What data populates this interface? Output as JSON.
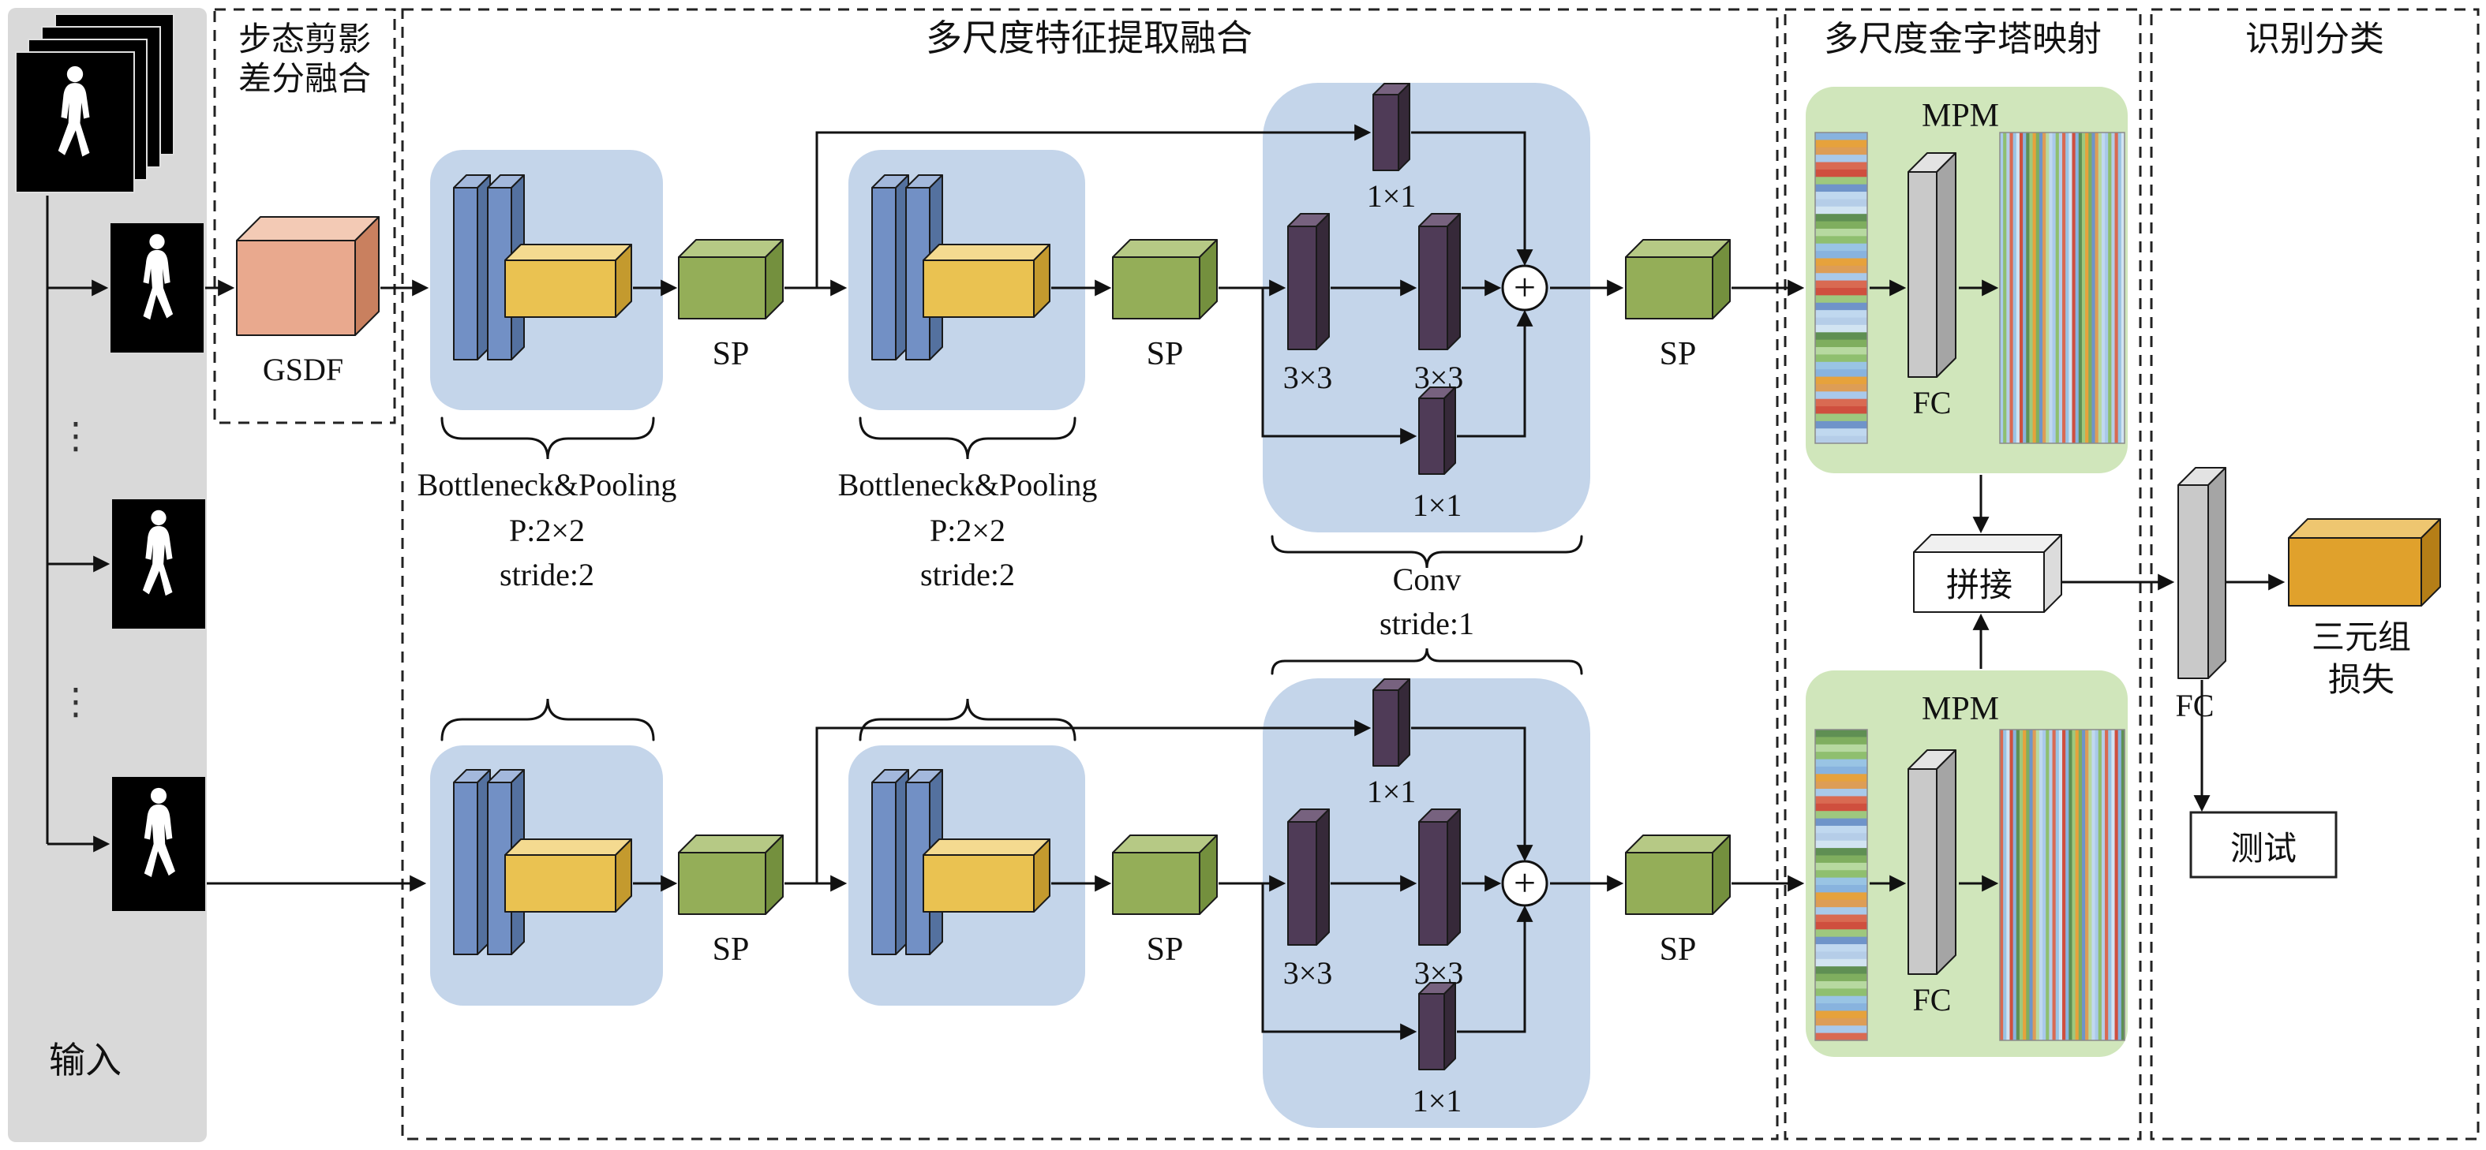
{
  "palette": {
    "panel_gray": "#d9d9d9",
    "region_blue": "#c4d5ea",
    "region_green": "#d0e6bb",
    "salmon": {
      "front": "#e9a98e",
      "top": "#f3cab5",
      "side": "#c9805f"
    },
    "blue": {
      "front": "#7290c5",
      "top": "#a3b8dc",
      "side": "#54719f"
    },
    "yellow": {
      "front": "#eac251",
      "top": "#f4da90",
      "side": "#c49a2e"
    },
    "green": {
      "front": "#94ae58",
      "top": "#b6c985",
      "side": "#74903e"
    },
    "purple": {
      "front": "#4f3b57",
      "top": "#77627f",
      "side": "#362939"
    },
    "gray": {
      "front": "#c9c9c9",
      "top": "#e3e3e3",
      "side": "#a5a5a5"
    },
    "orange": {
      "front": "#e0a12c",
      "top": "#eec670",
      "side": "#b57e17"
    },
    "white": {
      "front": "#ffffff",
      "top": "#f0f0f0",
      "side": "#dcdcdc"
    },
    "stripes": [
      "#9ec87e",
      "#a9c9ea",
      "#88b3de",
      "#b7d9a0",
      "#d2e4f2",
      "#6f94c9",
      "#d96a52",
      "#e6a23c",
      "#8fbf6f",
      "#5f8f53",
      "#c0d8ef",
      "#cf4f3e",
      "#dd9d56",
      "#99c4e4",
      "#7fae5f",
      "#b5cde8"
    ]
  },
  "input": {
    "label": "输入",
    "ellipsis": "⋮"
  },
  "gsdf": {
    "title_line1": "步态剪影",
    "title_line2": "差分融合",
    "cube_label": "GSDF"
  },
  "extraction": {
    "title": "多尺度特征提取融合",
    "bottleneck_label": "Bottleneck&Pooling",
    "pooling_param": "P:2×2",
    "stride_param": "stride:2",
    "sp_label": "SP",
    "conv_label": "Conv",
    "conv_stride": "stride:1",
    "kernel_1x1": "1×1",
    "kernel_3x3": "3×3",
    "plus": "+"
  },
  "pyramid": {
    "title": "多尺度金字塔映射",
    "mpm_label": "MPM",
    "fc_label": "FC",
    "concat_label": "拼接"
  },
  "classification": {
    "title": "识别分类",
    "fc_label": "FC",
    "triplet_line1": "三元组",
    "triplet_line2": "损失",
    "test_label": "测试"
  }
}
